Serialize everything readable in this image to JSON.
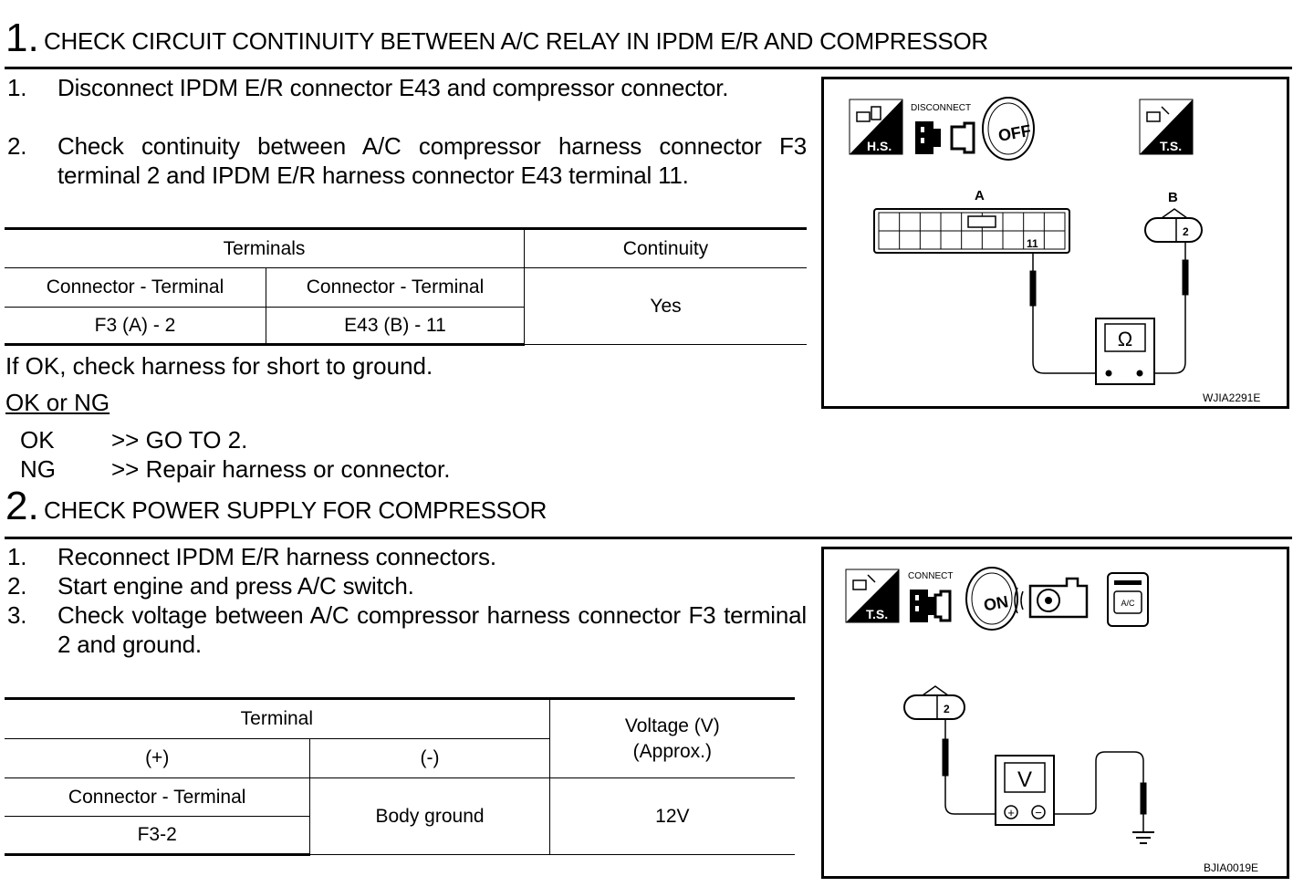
{
  "section1": {
    "number": "1.",
    "title": "CHECK CIRCUIT CONTINUITY BETWEEN A/C RELAY IN IPDM E/R AND COMPRESSOR",
    "steps": [
      {
        "n": "1.",
        "text": "Disconnect IPDM E/R connector E43 and compressor connector."
      },
      {
        "n": "2.",
        "text": "Check continuity between A/C compressor harness connector F3 terminal 2 and IPDM E/R harness connector E43 terminal 11."
      }
    ],
    "table": {
      "h_terminals": "Terminals",
      "h_continuity": "Continuity",
      "h_conn1": "Connector - Terminal",
      "h_conn2": "Connector - Terminal",
      "c1": "F3 (A) - 2",
      "c2": "E43 (B) - 11",
      "c3": "Yes"
    },
    "note": "If OK, check harness for short to ground.",
    "ok_ng": "OK or NG",
    "results": [
      {
        "k": "OK",
        "v": ">> GO TO 2."
      },
      {
        "k": "NG",
        "v": ">> Repair harness or connector."
      }
    ],
    "figure": {
      "hs": "H.S.",
      "ts": "T.S.",
      "disconnect": "DISCONNECT",
      "off": "OFF",
      "label_a": "A",
      "label_b": "B",
      "term_11": "11",
      "term_2": "2",
      "meter": "Ω",
      "code": "WJIA2291E"
    }
  },
  "section2": {
    "number": "2.",
    "title": "CHECK POWER SUPPLY FOR COMPRESSOR",
    "steps": [
      {
        "n": "1.",
        "text": "Reconnect IPDM E/R harness connectors."
      },
      {
        "n": "2.",
        "text": "Start engine and press A/C switch."
      },
      {
        "n": "3.",
        "text": "Check voltage between A/C compressor harness connector F3 terminal 2 and ground."
      }
    ],
    "table": {
      "h_terminal": "Terminal",
      "h_voltage": "Voltage (V)\n(Approx.)",
      "h_plus": "(+)",
      "h_minus": "(-)",
      "r1": "Connector - Terminal",
      "r2": "F3-2",
      "ground": "Body ground",
      "volt": "12V"
    },
    "figure": {
      "ts": "T.S.",
      "connect": "CONNECT",
      "on": "ON",
      "ac": "A/C",
      "term_2": "2",
      "meter": "V",
      "plus": "+",
      "minus": "−",
      "code": "BJIA0019E"
    }
  }
}
